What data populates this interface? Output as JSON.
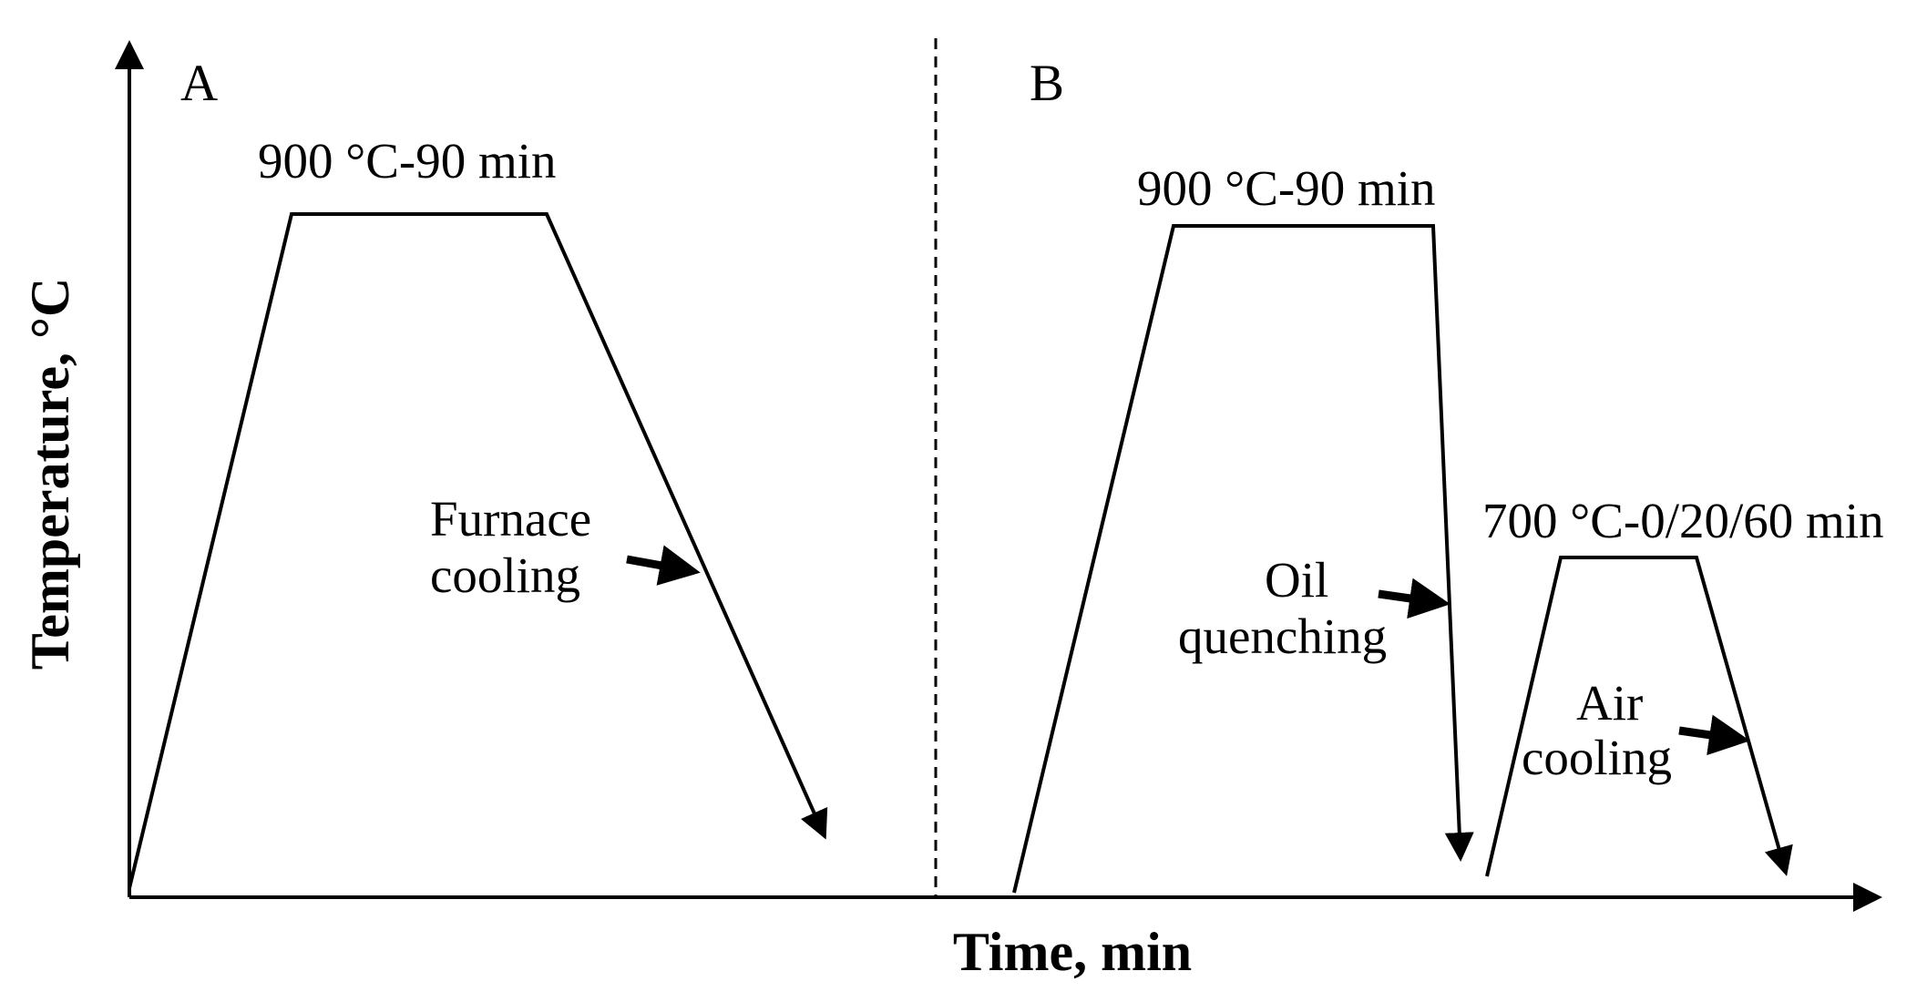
{
  "axes": {
    "x_label": "Time, min",
    "y_label": "Temperature, °C"
  },
  "panels": {
    "a": {
      "label": "A",
      "hold_label": "900 °C-90 min",
      "cooling_label_line1": "Furnace",
      "cooling_label_line2": "cooling"
    },
    "b": {
      "label": "B",
      "hold_label": "900 °C-90 min",
      "quench_label_line1": "Oil",
      "quench_label_line2": "quenching",
      "temper_label": "700 °C-0/20/60 min",
      "air_label_line1": "Air",
      "air_label_line2": "cooling"
    }
  }
}
